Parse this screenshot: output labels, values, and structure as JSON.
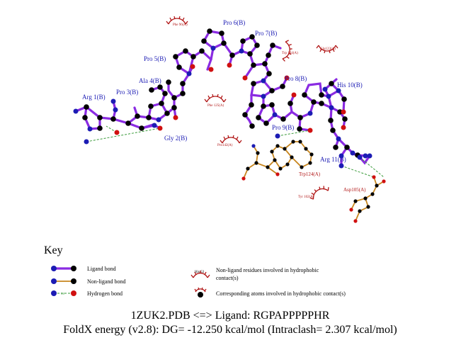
{
  "ligand_residues": [
    {
      "id": "arg1",
      "label": "Arg 1(B)"
    },
    {
      "id": "gly2",
      "label": "Gly 2(B)"
    },
    {
      "id": "pro3",
      "label": "Pro 3(B)"
    },
    {
      "id": "ala4",
      "label": "Ala 4(B)"
    },
    {
      "id": "pro5",
      "label": "Pro 5(B)"
    },
    {
      "id": "pro6",
      "label": "Pro 6(B)"
    },
    {
      "id": "pro7",
      "label": "Pro 7(B)"
    },
    {
      "id": "pro8",
      "label": "Pro 8(B)"
    },
    {
      "id": "pro9",
      "label": "Pro 9(B)"
    },
    {
      "id": "his10",
      "label": "His 10(B)"
    },
    {
      "id": "arg11",
      "label": "Arg 11(B)"
    }
  ],
  "bonded_residues": [
    {
      "id": "trp124",
      "label": "Trp124(A)"
    },
    {
      "id": "asp105",
      "label": "Asp105(A)"
    }
  ],
  "hydrophobic_residues": [
    {
      "id": "phe96",
      "label": "Phe 96(A)"
    },
    {
      "id": "trp144",
      "label": "Trp 144(A)"
    },
    {
      "id": "glu123",
      "label": "Glu123(A)"
    },
    {
      "id": "phe125",
      "label": "Phe 125(A)"
    },
    {
      "id": "pro142",
      "label": "Pro142(A)"
    },
    {
      "id": "tyr102",
      "label": "Tyr 102(A)"
    }
  ],
  "key": {
    "title": "Key",
    "ligand_bond": "Ligand bond",
    "non_ligand_bond": "Non-ligand bond",
    "hydrogen_bond": "Hydrogen bond",
    "hbond_distance": "3.0",
    "sample_residue": "His 53",
    "nonligand_hydrophobic_line1": "Non-ligand residues involved in hydrophobic",
    "nonligand_hydrophobic_line2": "contact(s)",
    "corresponding_atoms": "Corresponding atoms involved in hydrophobic contact(s)"
  },
  "caption": {
    "line1": "1ZUK2.PDB <=> Ligand: RGPAPPPPPHR",
    "line2": "FoldX energy (v2.8): DG= -12.250 kcal/mol (Intraclash= 2.307 kcal/mol)"
  },
  "colors": {
    "ligand_bond": "#8a2be2",
    "non_ligand_bond": "#c8861e",
    "hydrogen_bond": "#3a9a3a",
    "carbon": "#000000",
    "nitrogen": "#1c1cb4",
    "oxygen": "#d01010",
    "hydrophobic": "#b01414"
  }
}
